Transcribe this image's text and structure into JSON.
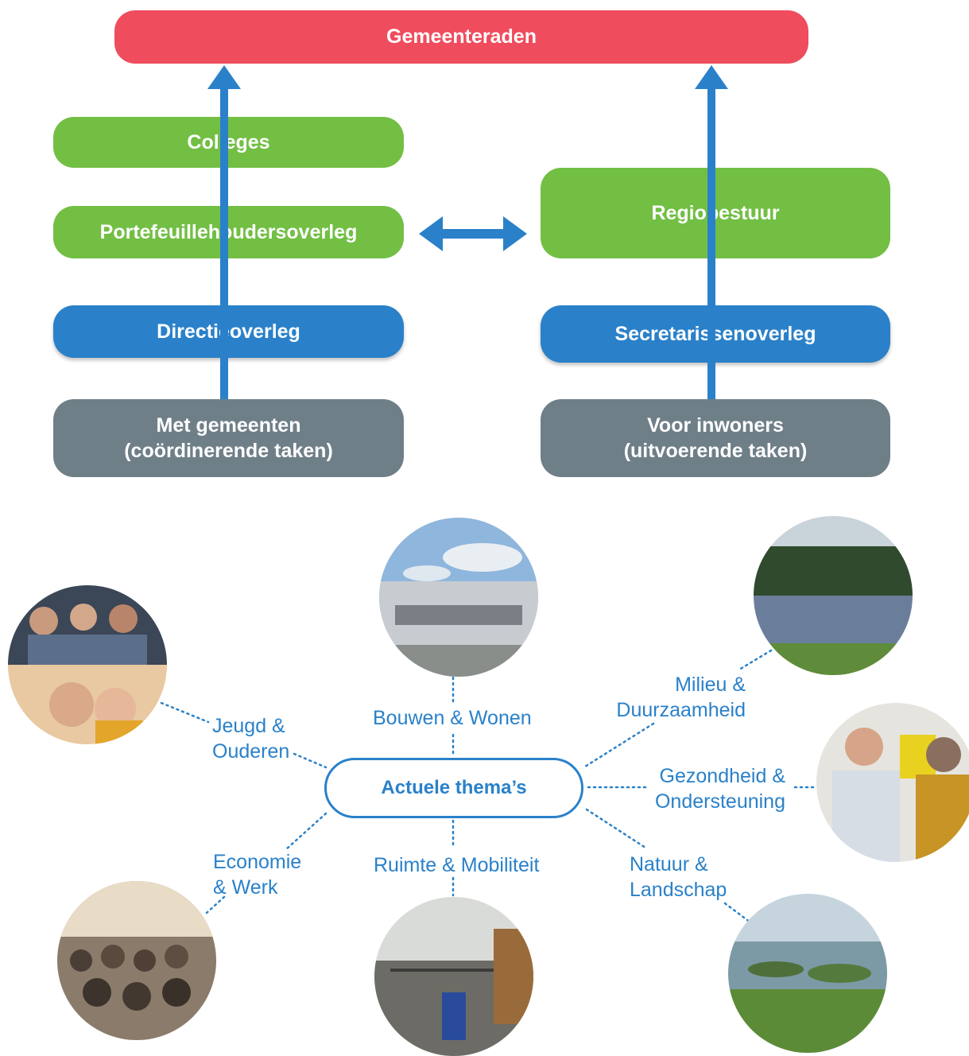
{
  "top": {
    "title": "Gemeenteraden"
  },
  "left_column": {
    "colleges": "Colleges",
    "portfolio": "Portefeuillehoudersoverleg",
    "directie": "Directieoverleg",
    "base_line1": "Met gemeenten",
    "base_line2": "(coördinerende taken)"
  },
  "right_column": {
    "regio": "Regiobestuur",
    "secretaris": "Secretarissenoverleg",
    "base_line1": "Voor inwoners",
    "base_line2": "(uitvoerende taken)"
  },
  "themes": {
    "center": "Actuele thema’s",
    "jeugd_1": "Jeugd &",
    "jeugd_2": "Ouderen",
    "bouwen": "Bouwen & Wonen",
    "milieu_1": "Milieu &",
    "milieu_2": "Duurzaamheid",
    "gezondheid_1": "Gezondheid &",
    "gezondheid_2": "Ondersteuning",
    "economie_1": "Economie",
    "economie_2": "& Werk",
    "ruimte": "Ruimte & Mobiliteit",
    "natuur_1": "Natuur &",
    "natuur_2": "Landschap"
  },
  "colors": {
    "red": "#ef4c5e",
    "green": "#72bf44",
    "blue": "#2a81c9",
    "grey": "#6f7f88"
  }
}
